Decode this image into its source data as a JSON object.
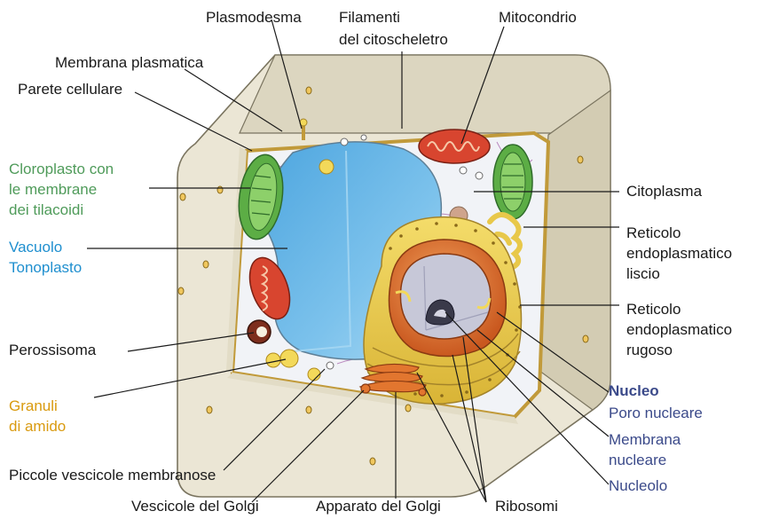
{
  "labels": {
    "plasmodesma": "Plasmodesma",
    "filamenti_1": "Filamenti",
    "filamenti_2": "del citoscheletro",
    "mitocondrio": "Mitocondrio",
    "membrana_plasmatica": "Membrana plasmatica",
    "parete_cellulare": "Parete cellulare",
    "cloroplasto_1": "Cloroplasto con",
    "cloroplasto_2": "le membrane",
    "cloroplasto_3": "dei tilacoidi",
    "vacuolo": "Vacuolo",
    "tonoplasto": "Tonoplasto",
    "perossisoma": "Perossisoma",
    "granuli_1": "Granuli",
    "granuli_2": "di amido",
    "piccole_vescicole": "Piccole vescicole membranose",
    "vescicole_golgi": "Vescicole del Golgi",
    "apparato_golgi": "Apparato del Golgi",
    "ribosomi": "Ribosomi",
    "citoplasma": "Citoplasma",
    "rel_1": "Reticolo",
    "rel_2": "endoplasmatico",
    "rel_3": "liscio",
    "rer_1": "Reticolo",
    "rer_2": "endoplasmatico",
    "rer_3": "rugoso",
    "nucleo": "Nucleo",
    "poro_nucleare": "Poro nucleare",
    "membrana_nucleare_1": "Membrana",
    "membrana_nucleare_2": "nucleare",
    "nucleolo": "Nucleolo"
  },
  "colors": {
    "label_text": "#1a1a1a",
    "chloroplast_label": "#4f9b5a",
    "vacuole_label": "#1f8fcf",
    "starch_label": "#d99a0f",
    "nucleus_label": "#3b4a8a",
    "cell_wall": "#ebe6d5",
    "vacuole": "#6cb8e6",
    "chloroplast": "#5cad45",
    "mitochondrion": "#d8452f",
    "nucleus": "#e07a35",
    "er": "#e8c84a"
  }
}
